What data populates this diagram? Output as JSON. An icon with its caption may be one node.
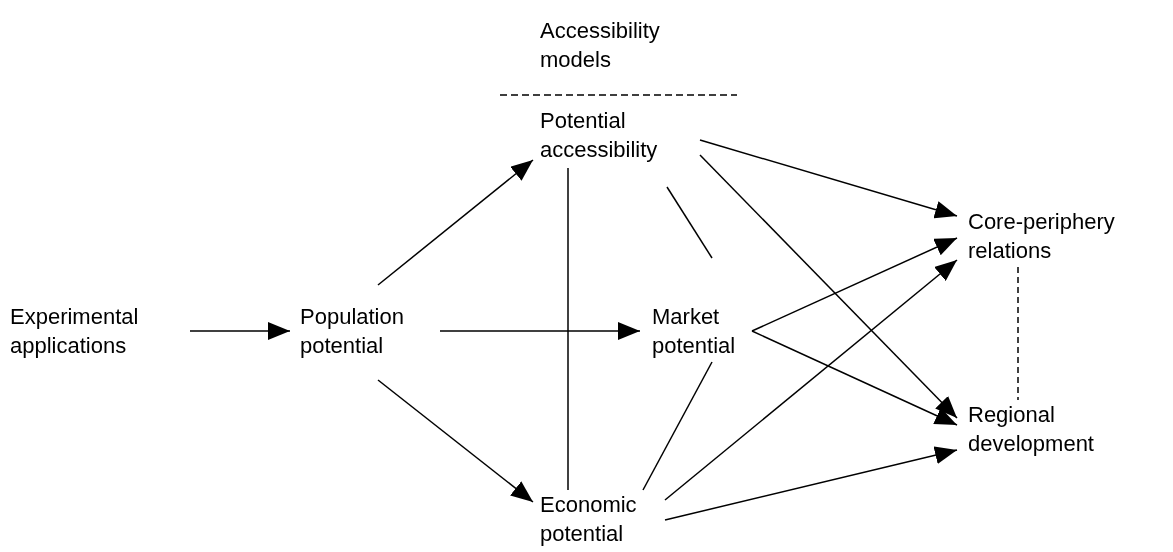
{
  "diagram": {
    "nodes": [
      {
        "text": [
          "Experimental applications"
        ]
      },
      {
        "text": [
          "Population potential"
        ]
      },
      {
        "text": [
          "Potential accessibility"
        ]
      },
      {
        "text": [
          "Market potential"
        ]
      },
      {
        "text": [
          "Economic potential"
        ]
      },
      {
        "text": [
          "Core-periphery relations"
        ]
      },
      {
        "text": [
          "Regional development"
        ]
      }
    ],
    "edges": [
      {
        "from": 0,
        "to": 1,
        "arrow": "to"
      },
      {
        "from": 1,
        "to": 2,
        "arrow": "to"
      },
      {
        "from": 1,
        "to": 3,
        "arrow": "to"
      },
      {
        "from": 1,
        "to": 4,
        "arrow": "to"
      },
      {
        "from": 2,
        "to": 5,
        "arrow": "to"
      },
      {
        "from": 2,
        "to": 6,
        "arrow": "to"
      },
      {
        "from": 2,
        "to": 3,
        "arrow": "none"
      },
      {
        "from": 2,
        "to": 4,
        "arrow": "none"
      },
      {
        "from": 3,
        "to": 4,
        "arrow": "none"
      },
      {
        "from": 3,
        "to": 5,
        "arrow": "to"
      },
      {
        "from": 3,
        "to": 6,
        "arrow": "to"
      },
      {
        "from": 4,
        "to": 5,
        "arrow": "to"
      },
      {
        "from": 4,
        "to": 6,
        "arrow": "to"
      },
      {
        "from": 5,
        "to": 6,
        "arrow": "none",
        "style": "dashed"
      }
    ],
    "labels": [
      "Accessibility models"
    ]
  }
}
